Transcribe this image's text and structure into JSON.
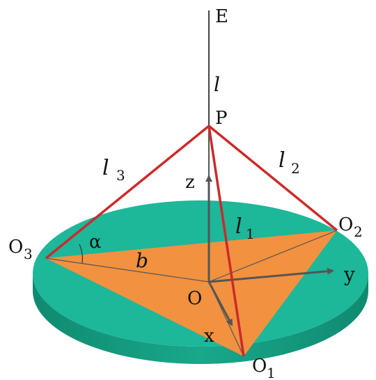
{
  "diagram": {
    "labels": {
      "E": "E",
      "l": "l",
      "P": "P",
      "l3": "l",
      "l3_sub": "3",
      "l2": "l",
      "l2_sub": "2",
      "l1": "l",
      "l1_sub": "1",
      "z": "z",
      "y": "y",
      "x": "x",
      "O": "O",
      "O1": "O",
      "O1_sub": "1",
      "O2": "O",
      "O2_sub": "2",
      "O3": "O",
      "O3_sub": "3",
      "alpha": "α",
      "b": "b"
    },
    "colors": {
      "disk_top": "#1db79a",
      "disk_side": "#139477",
      "triangle": "#f2913f",
      "cable": "#cc2a2a",
      "axis": "#555555",
      "mast": "#444444"
    }
  }
}
